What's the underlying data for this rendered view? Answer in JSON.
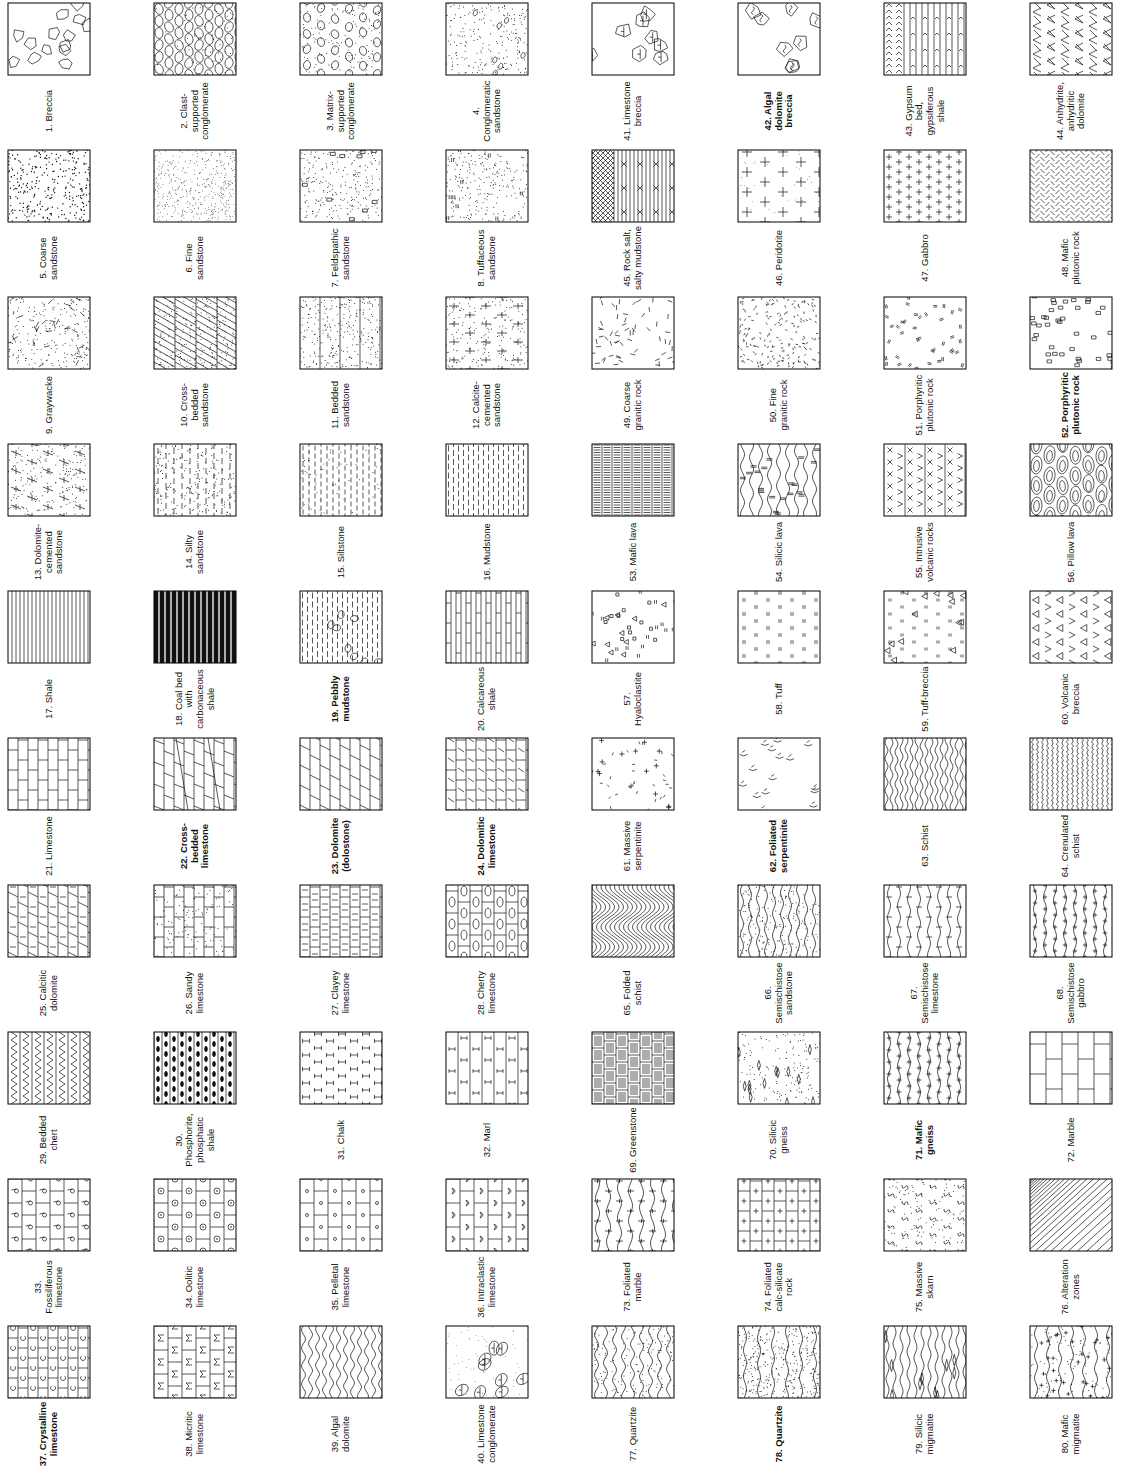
{
  "diagram": {
    "labels": [
      "1. Breccia",
      "2. Clast-supported conglomerate",
      "3. Matrix-supported conglomerate",
      "4. Conglomeratic sandstone",
      "5. Coarse sandstone",
      "6. Fine sandstone",
      "7. Feldspathic sandstone",
      "8. Tuffaceous sandstone",
      "9. Graywacke",
      "10. Cross-bedded sandstone",
      "11. Bedded sandstone",
      "12. Calcite-cemented sandstone",
      "13. Dolomite-cemented sandstone",
      "14. Silty sandstone",
      "15. Siltstone",
      "16. Mudstone",
      "17. Shale",
      "18. Coal bed with carbonaceous shale",
      "19. Pebbly mudstone",
      "20. Calcareous shale",
      "21. Limestone",
      "22. Cross-bedded limestone",
      "23. Dolomite (dolostone)",
      "24. Dolomitic limestone",
      "25. Calcitic dolomite",
      "26. Sandy limestone",
      "27. Clayey limestone",
      "28. Cherty limestone",
      "29. Bedded chert",
      "30. Phosphorite, phosphatic shale",
      "31. Chalk",
      "32. Marl",
      "33. Fossiliferous limestone",
      "34. Oolitic limestone",
      "35. Pelletal limestone",
      "36. Intraclastic limestone",
      "37. Crystalline limestone",
      "38. Micritic limestone",
      "39. Algal dolomite",
      "40. Limestone conglomerate",
      "41. Limestone breccia",
      "42. Algal dolomite breccia",
      "43. Gypsum bed, gypsiferous shale",
      "44. Anhydrite, anhydritic dolomite",
      "45. Rock salt, salty mudstone",
      "46. Peridotite",
      "47. Gabbro",
      "48. Mafic plutonic rock",
      "49. Coarse granitic rock",
      "50. Fine granitic rock",
      "51. Porphyritic plutonic rock",
      "52. Porphyritic plutonic rock",
      "53. Mafic lava",
      "54. Silicic lava",
      "55. Intrusive volcanic rocks",
      "56. Pillow lava",
      "57. Hyaloclastite",
      "58. Tuff",
      "59. Tuff-breccia",
      "60. Volcanic breccia",
      "61. Massive serpentinite",
      "62. Foliated serpentinite",
      "63. Schist",
      "64. Crenulated schist",
      "65. Folded schist",
      "66. Semischistose sandstone",
      "67. Semischistose limestone",
      "68. Semischistose gabbro",
      "69. Greenstone",
      "70. Silicic gneiss",
      "71. Mafic gneiss",
      "72. Marble",
      "73. Foliated marble",
      "74. Foliated calc-silicate rock",
      "75. Massive skarn",
      "76. Alteration zones",
      "77. Quartzite",
      "78. Quartzite",
      "79. Silicic migmatite",
      "80. Mafic migmatite"
    ]
  }
}
